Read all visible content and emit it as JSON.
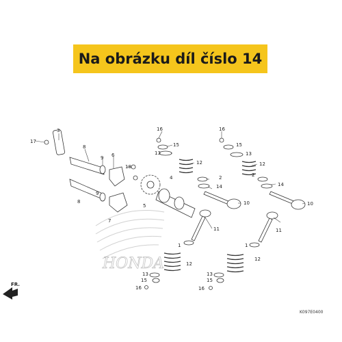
{
  "banner": {
    "text": "Na obrázku díl číslo 14",
    "color": "#f5c51c"
  },
  "diagram_code": "K097E0400",
  "direction_label": "FR.",
  "brand_watermark": "HONDA",
  "callouts": [
    "17",
    "3",
    "8",
    "9",
    "6",
    "18",
    "4",
    "7",
    "5",
    "9",
    "8",
    "16",
    "15",
    "13",
    "12",
    "2",
    "14",
    "10",
    "1",
    "11",
    "16",
    "15",
    "13",
    "12",
    "2",
    "14",
    "10",
    "1",
    "11",
    "13",
    "15",
    "16",
    "13",
    "15",
    "16",
    "12",
    "12"
  ]
}
